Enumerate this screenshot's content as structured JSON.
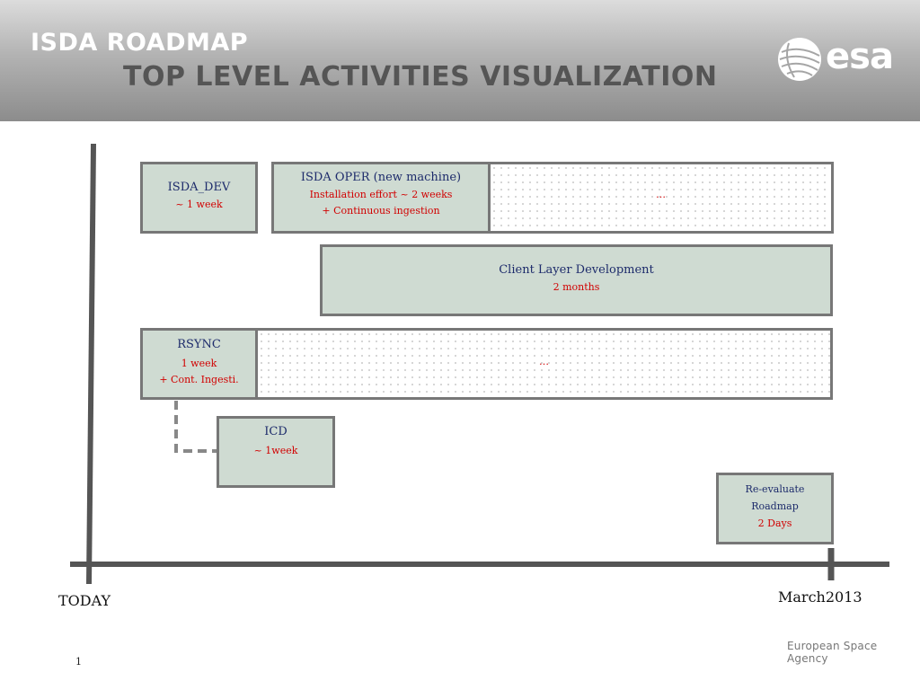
{
  "header": {
    "title": "ISDA ROADMAP",
    "subtitle": "TOP LEVEL ACTIVITIES VISUALIZATION",
    "logo_text": "esa"
  },
  "timeline": {
    "start_label": "TODAY",
    "end_label": "March2013"
  },
  "activities": {
    "isda_dev": {
      "title": "ISDA_DEV",
      "duration": "~ 1 week"
    },
    "isda_oper": {
      "title": "ISDA OPER (new machine)",
      "line1": "Installation effort ~ 2 weeks",
      "line2": "+ Continuous ingestion",
      "continuation": "…"
    },
    "client_layer": {
      "title": "Client Layer Development",
      "duration": "2 months"
    },
    "rsync": {
      "title": "RSYNC",
      "line1": "1 week",
      "line2": "+ Cont. Ingesti.",
      "continuation": "…"
    },
    "icd": {
      "title": "ICD",
      "duration": "~ 1week"
    },
    "reevaluate": {
      "line1": "Re-evaluate",
      "line2": "Roadmap",
      "duration": "2 Days"
    }
  },
  "footer": {
    "agency": "European Space Agency",
    "page_number": "1"
  },
  "colors": {
    "box_fill": "#cfdbd2",
    "border": "#777777",
    "title_blue": "#1d2b6b",
    "duration_red": "#d10000",
    "axis": "#555555"
  }
}
